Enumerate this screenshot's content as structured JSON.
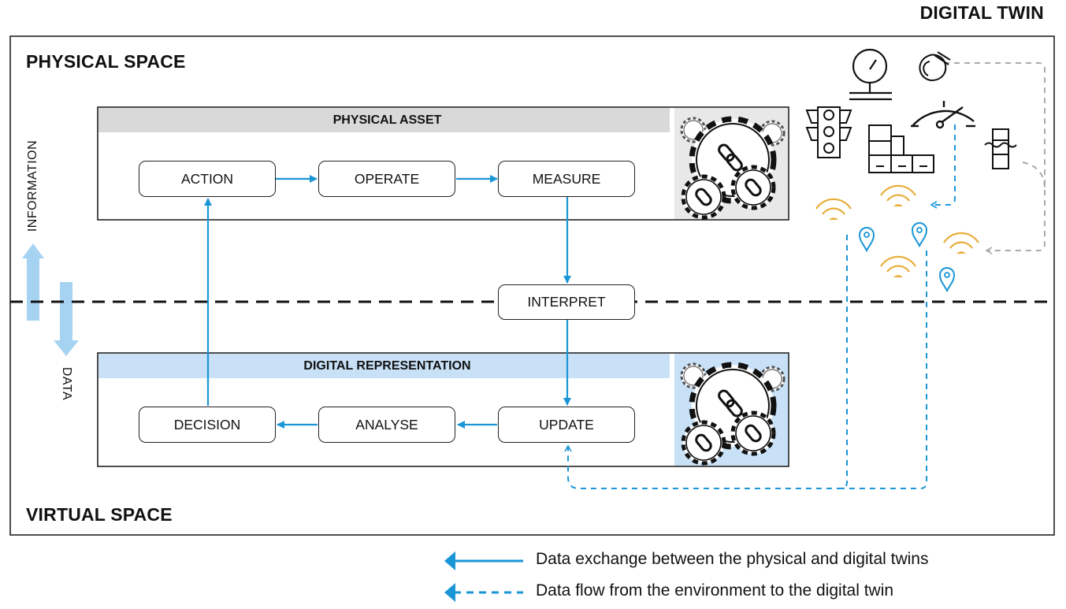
{
  "title": "DIGITAL TWIN",
  "physical_space": {
    "label": "PHYSICAL SPACE"
  },
  "virtual_space": {
    "label": "VIRTUAL SPACE"
  },
  "side_arrows": {
    "up_label": "INFORMATION",
    "down_label": "DATA"
  },
  "physical_asset": {
    "header": "PHYSICAL ASSET",
    "steps": [
      "ACTION",
      "OPERATE",
      "MEASURE"
    ]
  },
  "interpret": {
    "label": "INTERPRET"
  },
  "digital_representation": {
    "header": "DIGITAL REPRESENTATION",
    "steps": [
      "DECISION",
      "ANALYSE",
      "UPDATE"
    ]
  },
  "environment_icons": [
    "pressure-gauge-icon",
    "sensor-icon",
    "traffic-light-icon",
    "boxes-icon",
    "speedometer-icon",
    "water-level-icon",
    "wifi-signal-icon",
    "location-pin-icon",
    "gears-chain-icon"
  ],
  "legend": {
    "solid": "Data exchange between the physical and digital twins",
    "dashed": "Data flow from the environment to the digital twin"
  },
  "colors": {
    "arrow_blue": "#1a96d6",
    "light_blue": "#a7d3f2",
    "panel_blue": "#c8e1f7",
    "panel_gray": "#d9d9d9",
    "wifi_orange": "#e8ae3c",
    "dashed_gray": "#aaaaaa"
  }
}
